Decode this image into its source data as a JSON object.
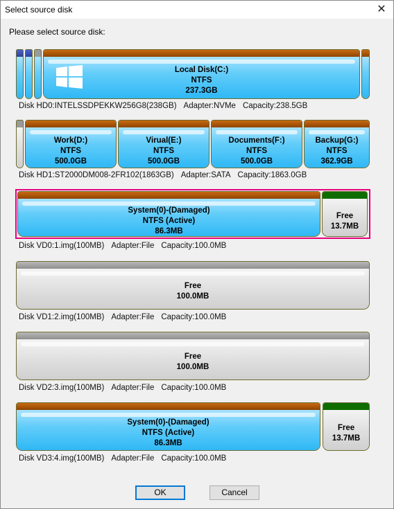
{
  "window": {
    "title": "Select source disk",
    "close_glyph": "✕"
  },
  "prompt": "Please select source disk:",
  "disks": [
    {
      "label": "Disk HD0:INTELSSDPEKKW256G8(238GB)",
      "adapter": "Adapter:NVMe",
      "capacity": "Capacity:238.5GB",
      "partitions": [
        {
          "name": "Local Disk(C:)",
          "fs": "NTFS",
          "size": "237.3GB",
          "icon": "windows-logo-icon"
        }
      ]
    },
    {
      "label": "Disk HD1:ST2000DM008-2FR102(1863GB)",
      "adapter": "Adapter:SATA",
      "capacity": "Capacity:1863.0GB",
      "partitions": [
        {
          "name": "Work(D:)",
          "fs": "NTFS",
          "size": "500.0GB"
        },
        {
          "name": "Virual(E:)",
          "fs": "NTFS",
          "size": "500.0GB"
        },
        {
          "name": "Documents(F:)",
          "fs": "NTFS",
          "size": "500.0GB"
        },
        {
          "name": "Backup(G:)",
          "fs": "NTFS",
          "size": "362.9GB"
        }
      ]
    },
    {
      "label": "Disk VD0:1.img(100MB)",
      "adapter": "Adapter:File",
      "capacity": "Capacity:100.0MB",
      "partitions": [
        {
          "name": "System(0)-(Damaged)",
          "fs": "NTFS (Active)",
          "size": "86.3MB"
        },
        {
          "name": "Free",
          "size": "13.7MB"
        }
      ]
    },
    {
      "label": "Disk VD1:2.img(100MB)",
      "adapter": "Adapter:File",
      "capacity": "Capacity:100.0MB",
      "partitions": [
        {
          "name": "Free",
          "size": "100.0MB"
        }
      ]
    },
    {
      "label": "Disk VD2:3.img(100MB)",
      "adapter": "Adapter:File",
      "capacity": "Capacity:100.0MB",
      "partitions": [
        {
          "name": "Free",
          "size": "100.0MB"
        }
      ]
    },
    {
      "label": "Disk VD3:4.img(100MB)",
      "adapter": "Adapter:File",
      "capacity": "Capacity:100.0MB",
      "partitions": [
        {
          "name": "System(0)-(Damaged)",
          "fs": "NTFS (Active)",
          "size": "86.3MB"
        },
        {
          "name": "Free",
          "size": "13.7MB"
        }
      ]
    }
  ],
  "selected_disk": "Disk VD0:1.img(100MB)",
  "buttons": {
    "ok": "OK",
    "cancel": "Cancel"
  },
  "colors": {
    "ntfs_strip": "#a85500",
    "free_strip": "#0f6d00",
    "unallocated_strip": "#9a9a9a",
    "partition_body": "#3cbcf7",
    "selection_border": "#e6007e"
  }
}
